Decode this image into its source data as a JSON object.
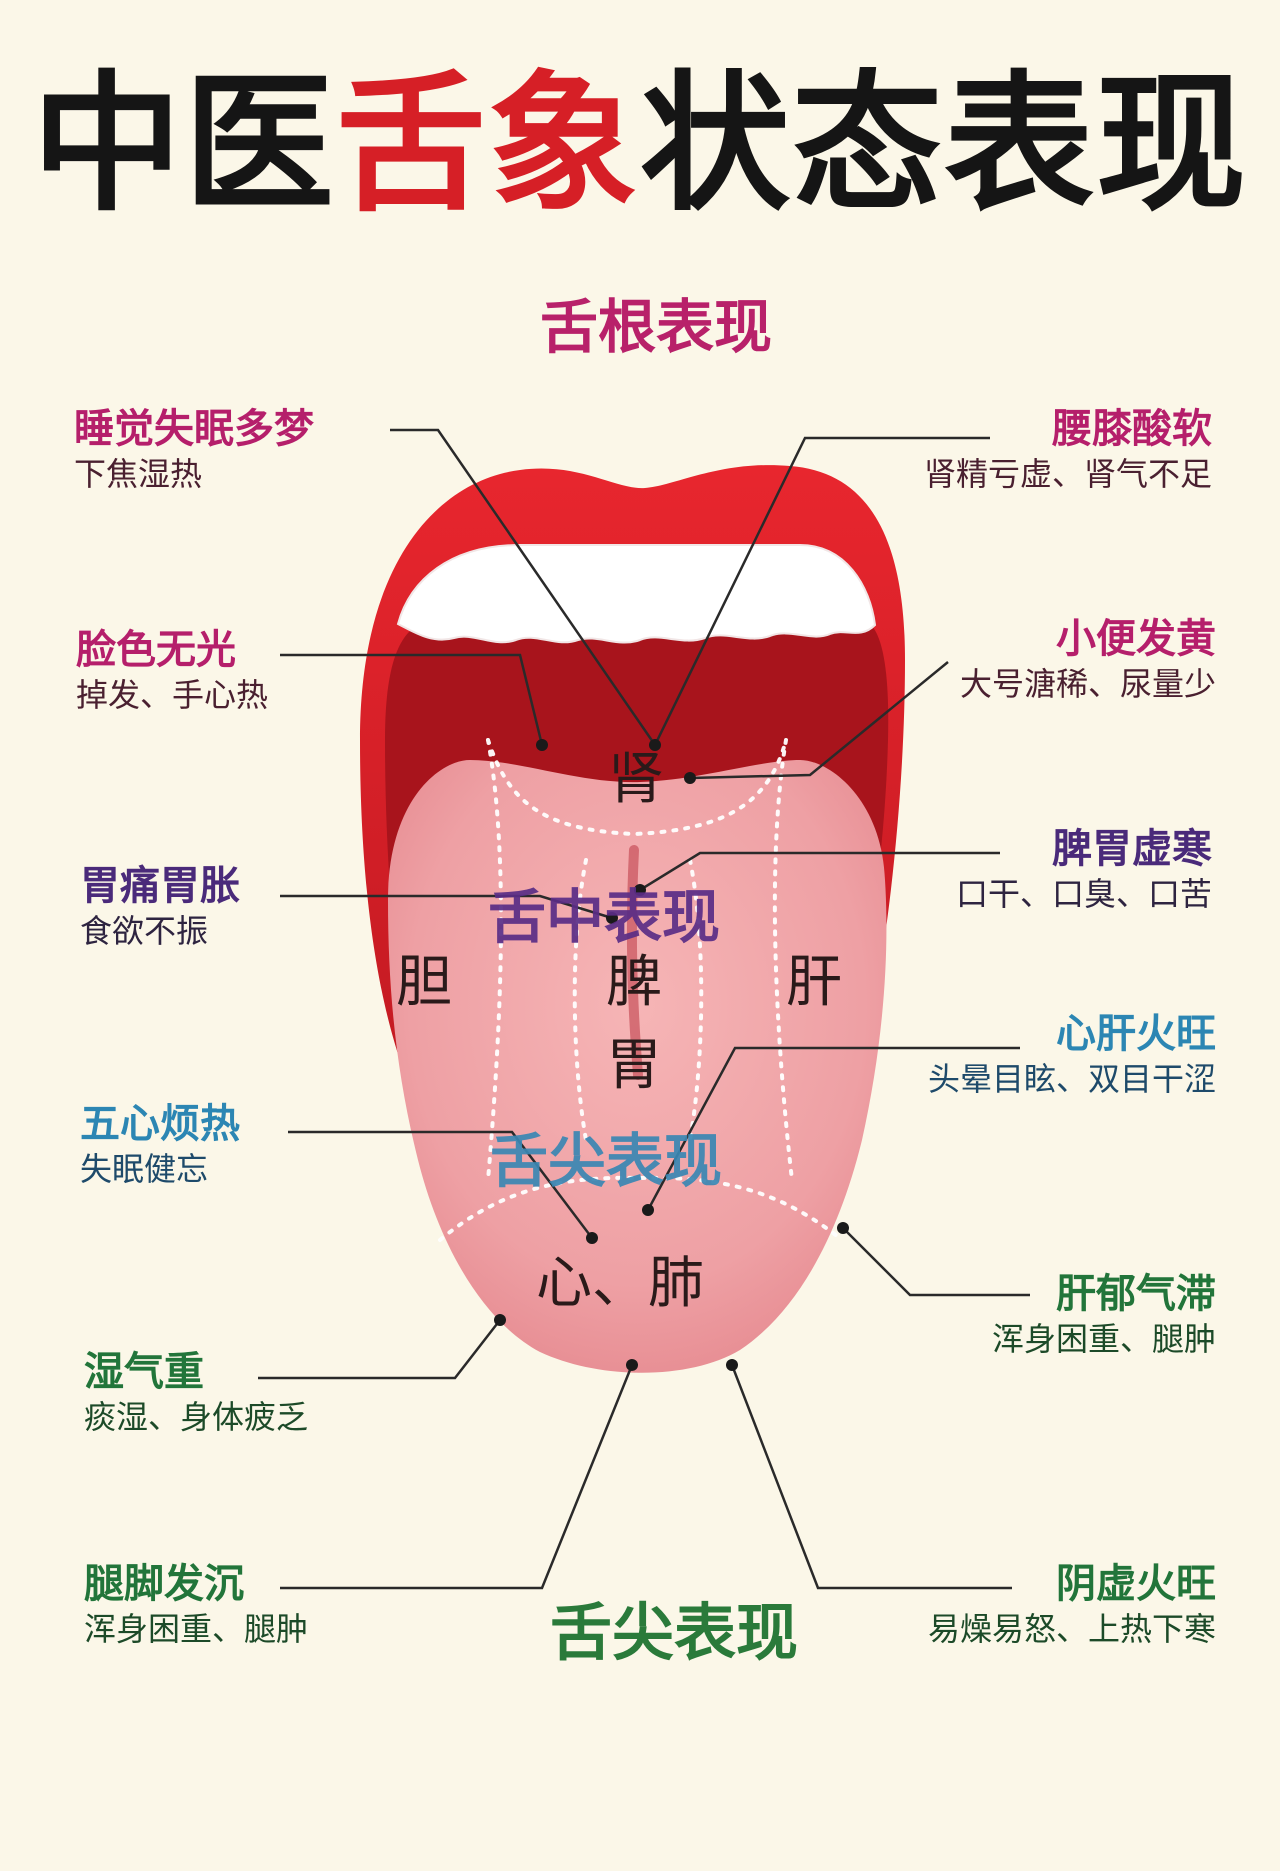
{
  "title": {
    "part1": "中医",
    "part2": "舌象",
    "part3": "状态表现"
  },
  "sections": {
    "root": "舌根表现",
    "middle": "舌中表现",
    "tip_overlay": "舌尖表现",
    "tip_bottom": "舌尖表现"
  },
  "organs": {
    "kidney": "肾",
    "gallbladder": "胆",
    "spleen": "脾",
    "stomach": "胃",
    "liver": "肝",
    "heart_lung": "心、肺"
  },
  "annotations": {
    "sleep": {
      "heading": "睡觉失眠多梦",
      "detail": "下焦湿热"
    },
    "waist": {
      "heading": "腰膝酸软",
      "detail": "肾精亏虚、肾气不足"
    },
    "face": {
      "heading": "脸色无光",
      "detail": "掉发、手心热"
    },
    "urine": {
      "heading": "小便发黄",
      "detail": "大号溏稀、尿量少"
    },
    "stomach_pain": {
      "heading": "胃痛胃胀",
      "detail": "食欲不振"
    },
    "spleen_cold": {
      "heading": "脾胃虚寒",
      "detail": "口干、口臭、口苦"
    },
    "five_heart": {
      "heading": "五心烦热",
      "detail": "失眠健忘"
    },
    "heart_liver": {
      "heading": "心肝火旺",
      "detail": "头晕目眩、双目干涩"
    },
    "liver_qi": {
      "heading": "肝郁气滞",
      "detail": "浑身困重、腿肿"
    },
    "damp": {
      "heading": "湿气重",
      "detail": "痰湿、身体疲乏"
    },
    "legs": {
      "heading": "腿脚发沉",
      "detail": "浑身困重、腿肿"
    },
    "yin": {
      "heading": "阴虚火旺",
      "detail": "易燥易怒、上热下寒"
    }
  },
  "colors": {
    "background": "#fbf7e8",
    "lip": "#d4202a",
    "mouth": "#a8141c",
    "tongue": "#eea0a4",
    "title_accent": "#d61f26"
  }
}
